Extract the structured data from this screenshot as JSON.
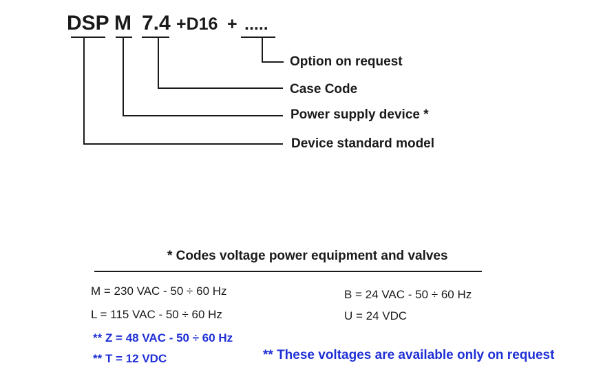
{
  "code": {
    "dsp": "DSP",
    "m": "M",
    "case": "7.4",
    "plus_d16": "+D16",
    "plus": "+",
    "dots": "....."
  },
  "labels": {
    "option": "Option on request",
    "case_code": "Case Code",
    "power_supply": "Power supply device *",
    "standard_model": "Device standard model"
  },
  "legend": {
    "title": "* Codes voltage power equipment and valves",
    "left_codes": [
      "M = 230 VAC - 50 ÷ 60 Hz",
      "L = 115 VAC - 50 ÷ 60 Hz"
    ],
    "request_codes": [
      "** Z = 48 VAC - 50 ÷ 60 Hz",
      "** T = 12 VDC"
    ],
    "right_codes": [
      "B = 24 VAC - 50 ÷ 60 Hz",
      "U = 24 VDC"
    ],
    "note": "** These voltages are available only on request"
  },
  "colors": {
    "text": "#1a1a1a",
    "request_blue": "#1f2fd6"
  }
}
